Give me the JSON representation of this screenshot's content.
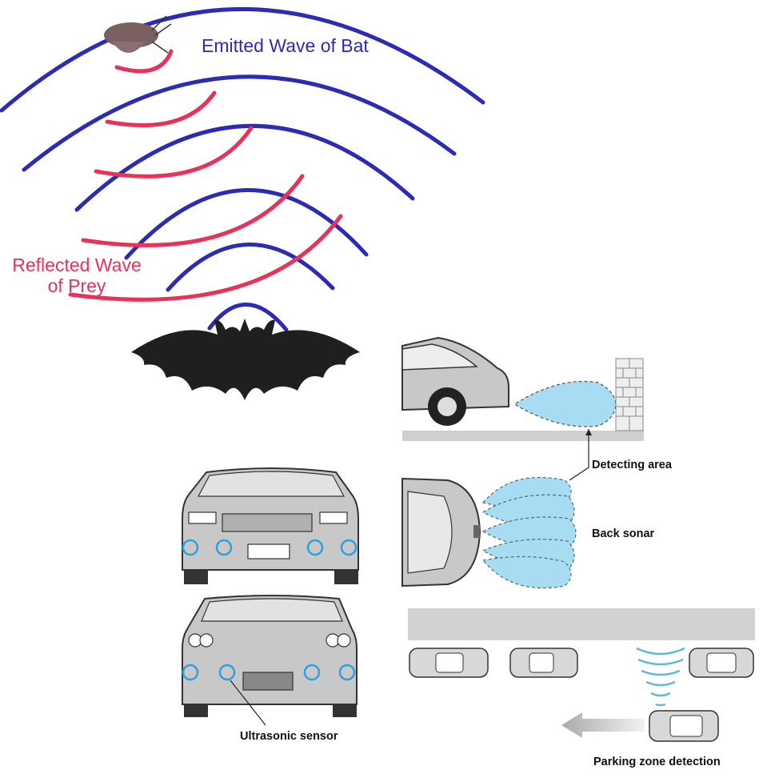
{
  "labels": {
    "emitted_wave": "Emitted Wave of Bat",
    "reflected_wave_line1": "Reflected Wave",
    "reflected_wave_line2": "of Prey",
    "detecting_area": "Detecting area",
    "back_sonar": "Back sonar",
    "ultrasonic_sensor": "Ultrasonic sensor",
    "parking_zone_detection": "Parking zone detection"
  },
  "colors": {
    "emitted_wave": "#2b2bb4",
    "reflected_wave": "#e8325a",
    "sonar_fill": "#a8dcf2",
    "sensor_ring": "#2f9fe0",
    "bat": "#222222",
    "car_body": "#c8c8c8",
    "ground": "#cfcfcf"
  },
  "icons": [
    "moth-icon",
    "bat-icon",
    "car-side-icon",
    "car-top-icon",
    "car-front-icon",
    "car-rear-icon",
    "brick-wall-icon",
    "left-arrow-icon"
  ]
}
